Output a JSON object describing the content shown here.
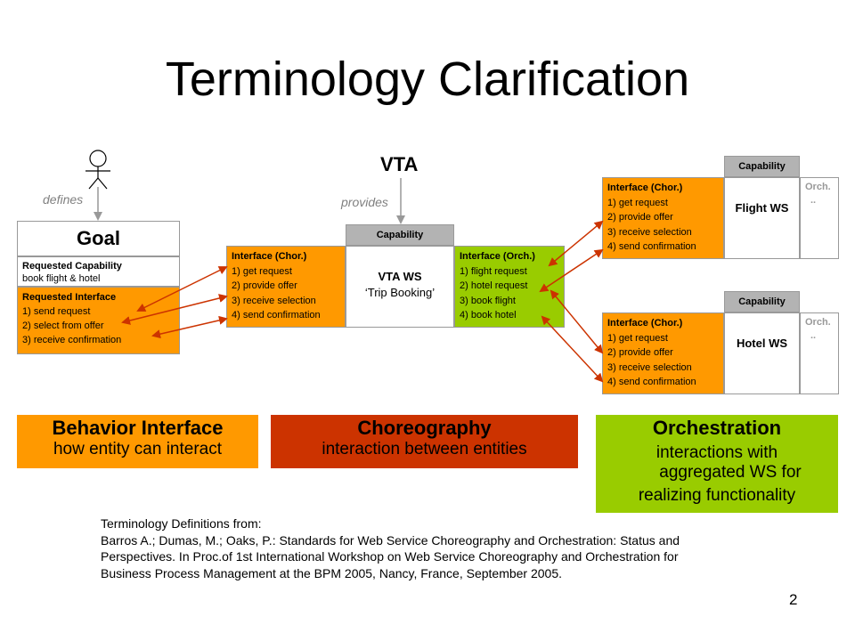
{
  "title": "Terminology Clarification",
  "labels": {
    "defines": "defines",
    "provides": "provides",
    "vta": "VTA",
    "capability": "Capability"
  },
  "goal": {
    "title": "Goal",
    "req_cap_label": "Requested  Capability",
    "req_cap_value": "book flight & hotel",
    "req_iface_label": "Requested  Interface",
    "req_iface_items": [
      "1)  send request",
      "2)  select from offer",
      "3)  receive confirmation"
    ]
  },
  "vta_ws": {
    "chor_header": "Interface  (Chor.)",
    "chor_items": [
      "1)  get request",
      "2)  provide offer",
      "3)  receive selection",
      "4)  send confirmation"
    ],
    "name": "VTA WS",
    "subtitle": "‘Trip Booking’",
    "orch_header": "Interface  (Orch.)",
    "orch_items": [
      "1)  flight request",
      "2)  hotel request",
      "3)  book flight",
      "4)  book hotel"
    ]
  },
  "flight_ws": {
    "chor_header": "Interface  (Chor.)",
    "chor_items": [
      "1)  get request",
      "2)  provide offer",
      "3)  receive selection",
      "4)  send confirmation"
    ],
    "name": "Flight WS",
    "orch_label": "Orch.",
    "orch_dots": ".."
  },
  "hotel_ws": {
    "chor_header": "Interface  (Chor.)",
    "chor_items": [
      "1)  get request",
      "2)  provide offer",
      "3)  receive selection",
      "4)  send confirmation"
    ],
    "name": "Hotel WS",
    "orch_label": "Orch.",
    "orch_dots": ".."
  },
  "bands": {
    "behavior": {
      "title": "Behavior Interface",
      "subtitle": "how entity can interact"
    },
    "choreography": {
      "title": "Choreography",
      "subtitle": "interaction between entities"
    },
    "orchestration": {
      "title": "Orchestration",
      "line1": "interactions with",
      "line2": "aggregated WS for",
      "line3": "realizing functionality"
    }
  },
  "references": {
    "line1": "Terminology Definitions from:",
    "line2": "Barros A.; Dumas, M.; Oaks, P.: Standards for Web Service Choreography and Orchestration: Status and",
    "line3": "Perspectives. In Proc.of 1st International Workshop on Web Service Choreography and Orchestration for",
    "line4": "Business Process Management at the BPM 2005, Nancy, France, September 2005."
  },
  "page_number": "2",
  "colors": {
    "orange": "#ff9900",
    "green": "#99cc00",
    "red": "#cc3300",
    "arrow": "#cc3300",
    "gray": "#b3b3b3"
  }
}
